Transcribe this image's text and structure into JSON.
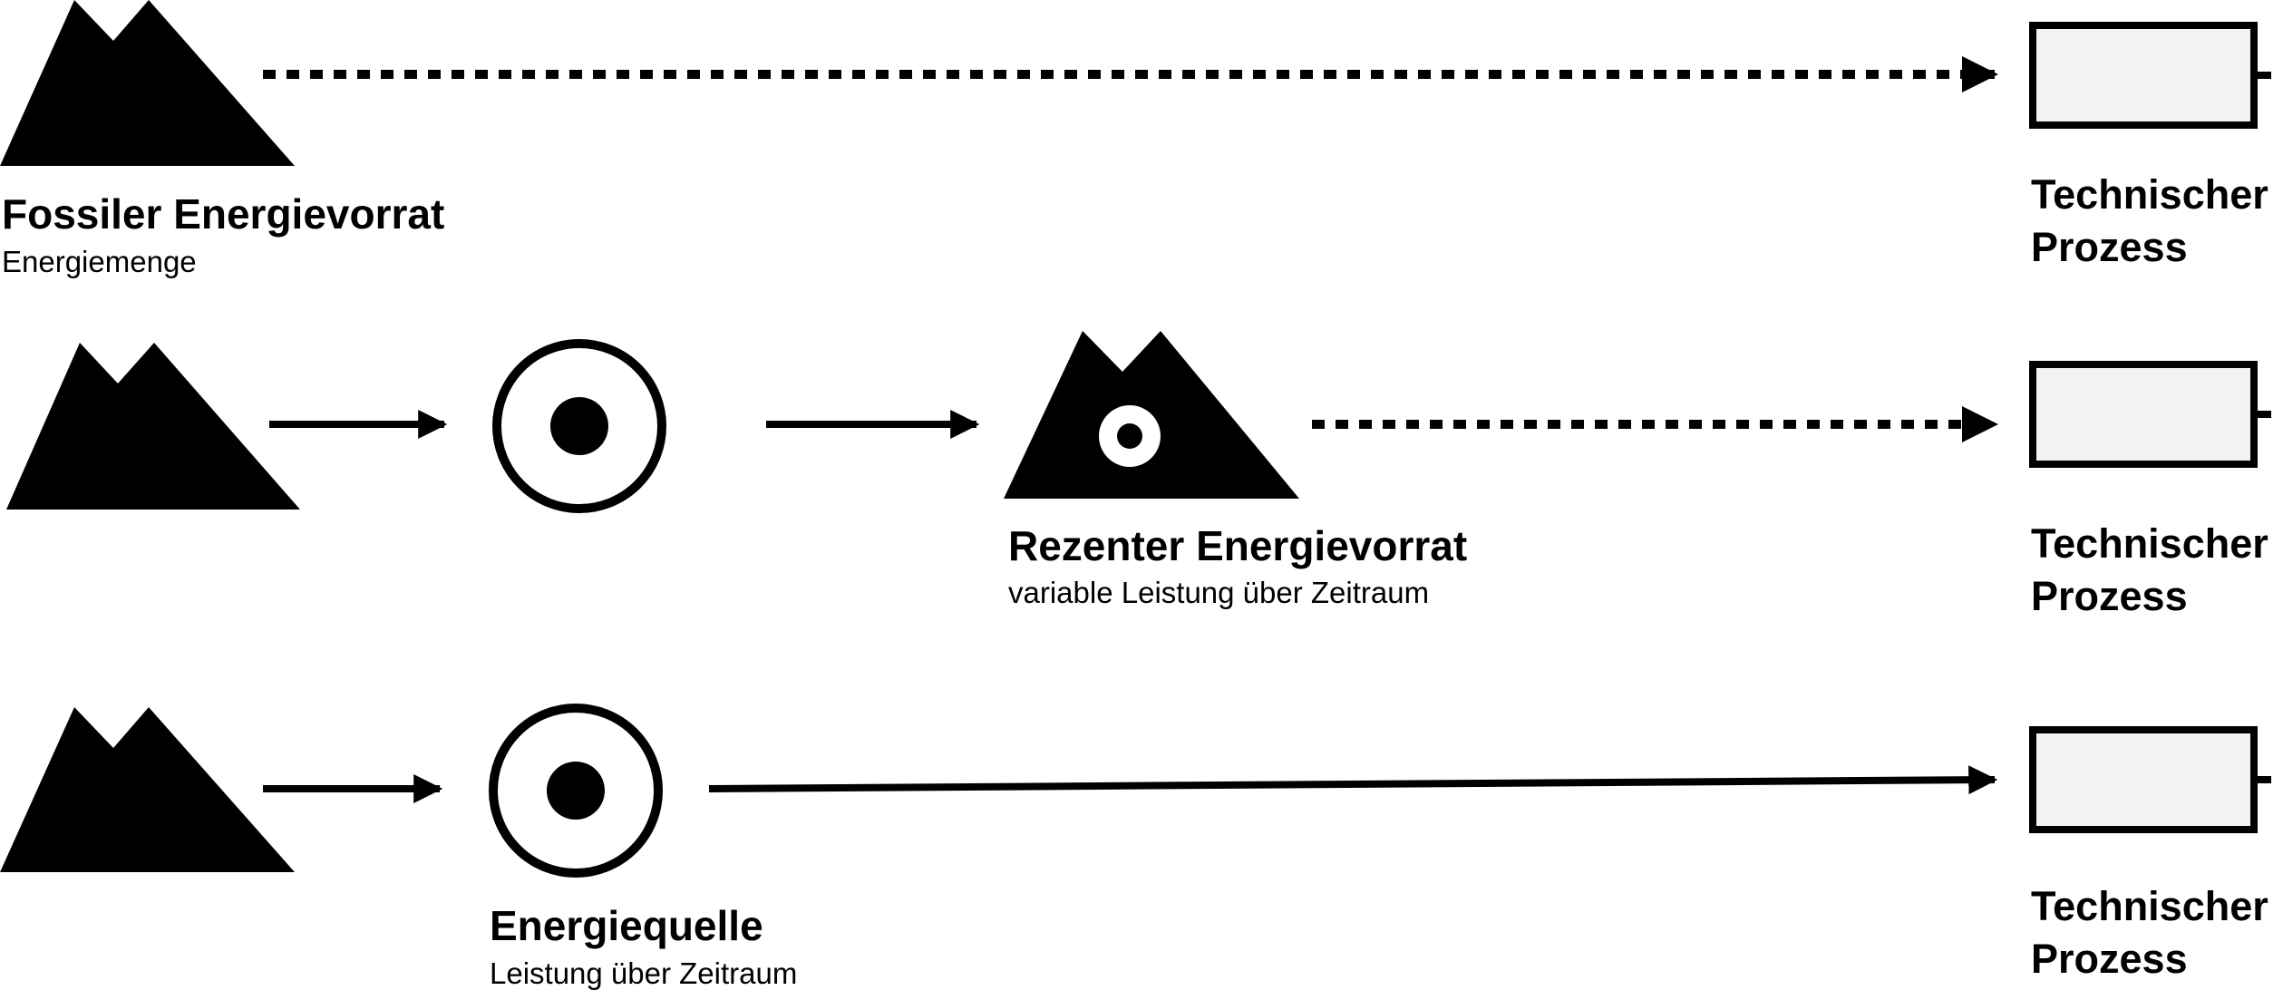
{
  "colors": {
    "ink": "#000000",
    "process_fill": "#f3f3f3",
    "background": "#ffffff"
  },
  "rows": [
    {
      "label": {
        "title": "Fossiler Energievorrat",
        "subtitle": "Energiemenge"
      },
      "process": {
        "line1": "Technischer",
        "line2": "Prozess"
      }
    },
    {
      "label": {
        "title": "Rezenter Energievorrat",
        "subtitle": "variable Leistung über Zeitraum"
      },
      "process": {
        "line1": "Technischer",
        "line2": "Prozess"
      }
    },
    {
      "label": {
        "title": "Energiequelle",
        "subtitle": "Leistung über Zeitraum"
      },
      "process": {
        "line1": "Technischer",
        "line2": "Prozess"
      }
    }
  ],
  "icons": {
    "storage": "mountain-icon",
    "source": "source-circle-icon",
    "recent_storage": "mountain-with-source-icon",
    "process": "process-box-icon"
  }
}
